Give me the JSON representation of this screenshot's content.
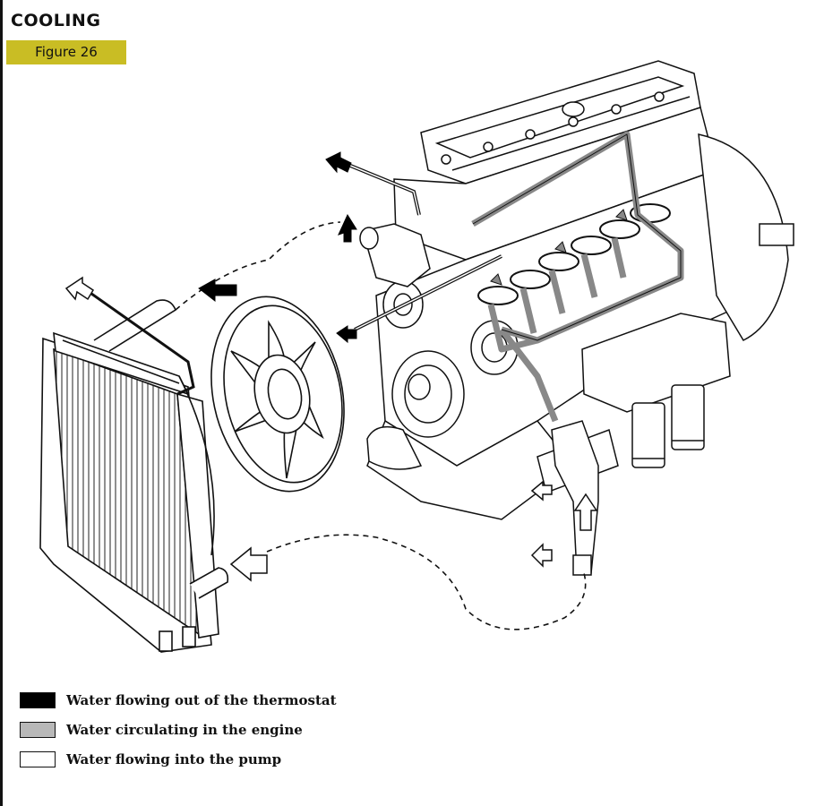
{
  "header": {
    "section_title": "COOLING",
    "figure_label": "Figure 26"
  },
  "colors": {
    "figure_label_bg": "#c9bd24",
    "flow_out_thermostat": "#000000",
    "flow_in_engine": "#b8b8b8",
    "flow_into_pump": "#ffffff"
  },
  "legend": [
    {
      "label": "Water flowing out of the thermostat",
      "color": "#000000"
    },
    {
      "label": "Water circulating in the engine",
      "color": "#b8b8b8"
    },
    {
      "label": "Water flowing into the pump",
      "color": "#ffffff"
    }
  ]
}
